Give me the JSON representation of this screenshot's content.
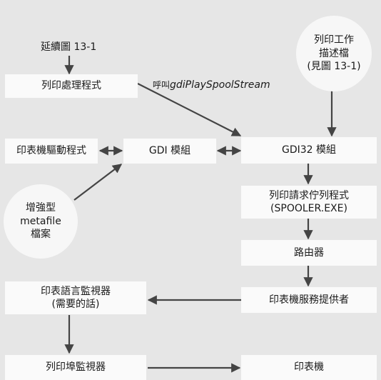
{
  "labels": {
    "continue_ref": "延續圖 13-1",
    "call_prefix": "呼叫",
    "call_function": "gdiPlaySpoolStream"
  },
  "nodes": {
    "print_processor": "列印處理程式",
    "printer_driver": "印表機驅動程式",
    "gdi_module": "GDI 模組",
    "gdi32_module": "GDI32 模組",
    "spooler_line1": "列印請求佇列程式",
    "spooler_line2": "(SPOOLER.EXE)",
    "router": "路由器",
    "print_provider": "印表機服務提供者",
    "language_monitor_line1": "印表語言監視器",
    "language_monitor_line2": "(需要的話)",
    "port_monitor": "列印埠監視器",
    "printer": "印表機"
  },
  "circles": {
    "job_desc_line1": "列印工作",
    "job_desc_line2": "描述檔",
    "job_desc_line3": "(見圖 13-1)",
    "emf_line1": "增強型",
    "emf_line2": "metafile",
    "emf_line3": "檔案"
  }
}
